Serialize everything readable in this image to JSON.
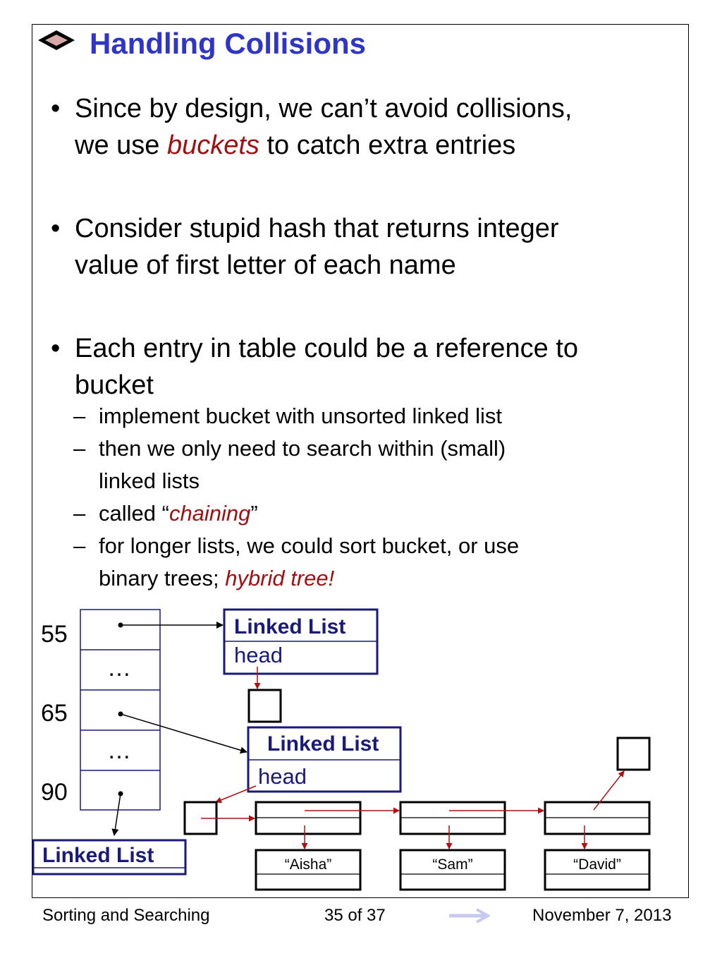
{
  "slide": {
    "title": "Handling Collisions",
    "bullets": [
      {
        "lines": [
          [
            "Since by design, we can’t avoid collisions,"
          ],
          [
            "we use ",
            {
              "em": "buckets"
            },
            " to catch extra entries"
          ]
        ]
      },
      {
        "lines": [
          [
            "Consider stupid hash that returns integer"
          ],
          [
            "value of first letter of each name"
          ]
        ]
      },
      {
        "lines": [
          [
            "Each entry in table could be a reference to"
          ],
          [
            "bucket"
          ]
        ]
      }
    ],
    "sub_bullets": [
      {
        "lines": [
          [
            "implement bucket with unsorted linked list"
          ]
        ]
      },
      {
        "lines": [
          [
            "then we only need to search within (small)"
          ],
          [
            "linked lists"
          ]
        ]
      },
      {
        "lines": [
          [
            "called “",
            {
              "em": "chaining"
            },
            "”"
          ]
        ]
      },
      {
        "lines": [
          [
            "for longer lists, we could sort bucket, or use"
          ],
          [
            "binary trees; ",
            {
              "em": "hybrid tree!"
            }
          ]
        ]
      }
    ]
  },
  "diagram": {
    "row_labels": [
      "55",
      "65",
      "90"
    ],
    "ellipsis": "…",
    "linked_list_label": "Linked List",
    "head_label": "head",
    "names": [
      "“Aisha”",
      "“Sam”",
      "“David”"
    ]
  },
  "footer": {
    "course": "Sorting and Searching",
    "page": "35 of 37",
    "date": "November 7, 2013"
  },
  "colors": {
    "title": "#2e35c8",
    "emphasis": "#a01010",
    "list_box": "#1a1a7a",
    "arrow": "#b01010",
    "nav_arrow": "#c8c8f0"
  }
}
